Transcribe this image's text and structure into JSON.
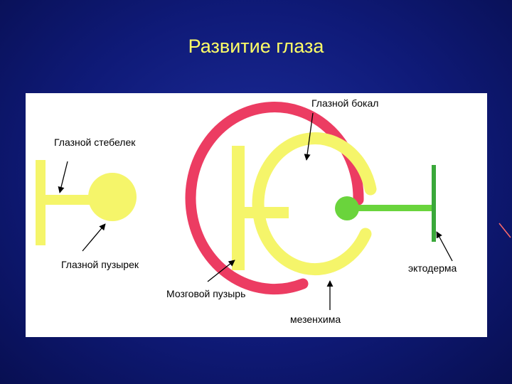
{
  "slide": {
    "title": "Развитие глаза"
  },
  "labels": {
    "eye_cup": "Глазной бокал",
    "optic_stalk": "Глазной стебелек",
    "optic_vesicle": "Глазной пузырек",
    "ectoderm": "эктодерма",
    "brain_vesicle": "Мозговой пузырь",
    "mesenchyme": "мезенхима"
  },
  "colors": {
    "neural": "#f5f56a",
    "mesenchyme": "#ec3c62",
    "lens": "#6ad43c",
    "ectoderm": "#3aa83a",
    "panel": "#ffffff",
    "title": "#ffff66"
  }
}
